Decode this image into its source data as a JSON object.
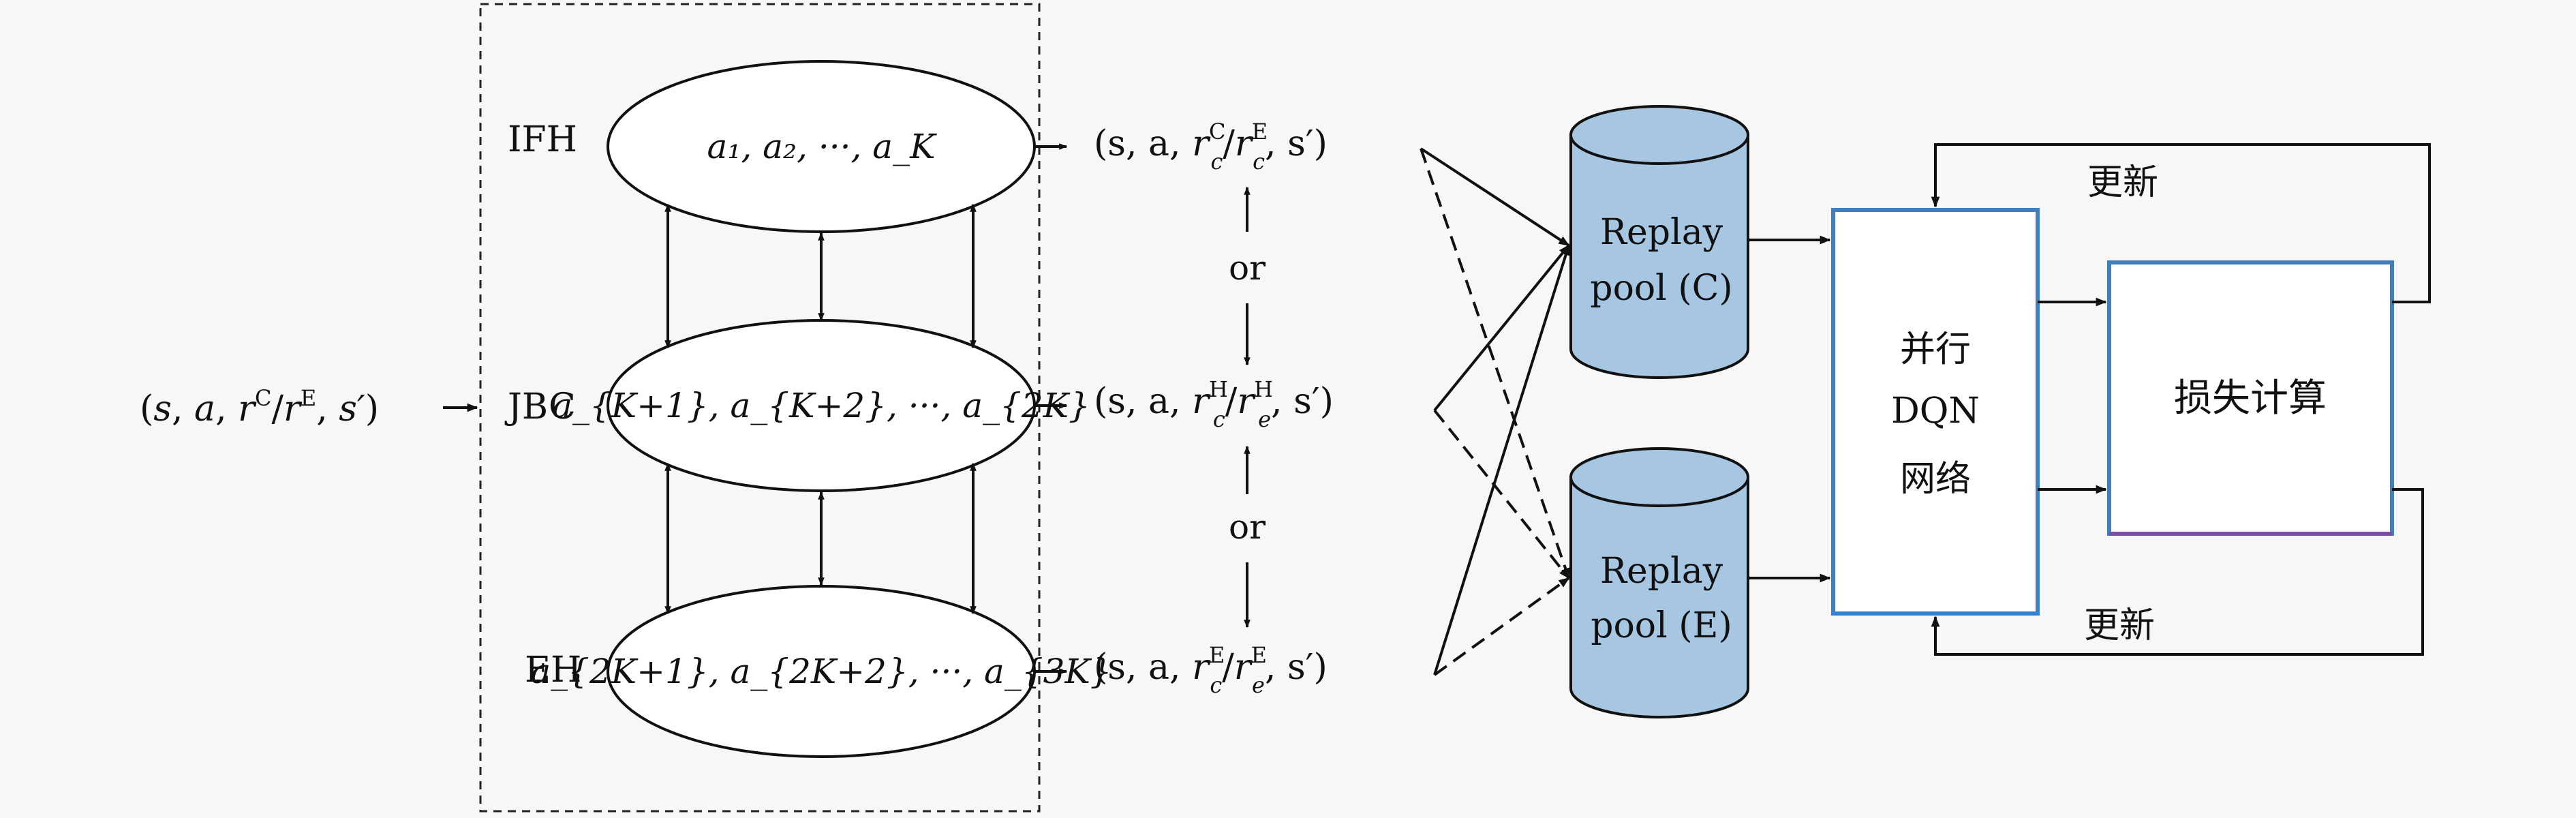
{
  "input": {
    "lp": "(",
    "s": "s",
    "c1": ", ",
    "a": "a",
    "c2": ", ",
    "r": "r",
    "supC": "C",
    "slash": "/",
    "r2": "r",
    "supE": "E",
    "c3": ", ",
    "sp": "s′",
    "rp": ")"
  },
  "agents": [
    {
      "label": "IFH",
      "actions": "a₁, a₂, ···, a_K"
    },
    {
      "label": "JBC",
      "actions": "a_{K+1}, a_{K+2}, ···, a_{2K}"
    },
    {
      "label": "EH",
      "actions": "a_{2K+1}, a_{2K+2}, ···, a_{3K}"
    }
  ],
  "transitions": [
    {
      "pre": "(s, a, ",
      "r": "r",
      "sup1": "C",
      "sub": "c",
      "slash": "/",
      "r2": "r",
      "sup2": "E",
      "sub2": "c",
      "post": ", s′)"
    },
    {
      "pre": "(s, a, ",
      "r": "r",
      "sup1": "H",
      "sub": "c",
      "slash": "/",
      "r2": "r",
      "sup2": "H",
      "sub2": "e",
      "post": ", s′)"
    },
    {
      "pre": "(s, a, ",
      "r": "r",
      "sup1": "E",
      "sub": "c",
      "slash": "/",
      "r2": "r",
      "sup2": "E",
      "sub2": "e",
      "post": ", s′)"
    }
  ],
  "or_labels": [
    "or",
    "or"
  ],
  "pools": [
    {
      "line1": "Replay",
      "line2": "pool (C)"
    },
    {
      "line1": "Replay",
      "line2": "pool (E)"
    }
  ],
  "dqn": {
    "line1": "并行",
    "line2": "DQN",
    "line3": "网络"
  },
  "loss": {
    "label": "损失计算"
  },
  "update_labels": [
    "更新",
    "更新"
  ],
  "colors": {
    "box_stroke": "#3f7fc0",
    "cylinder_fill": "#a7c6e2",
    "loss_bottom": "#7a4fa0"
  }
}
